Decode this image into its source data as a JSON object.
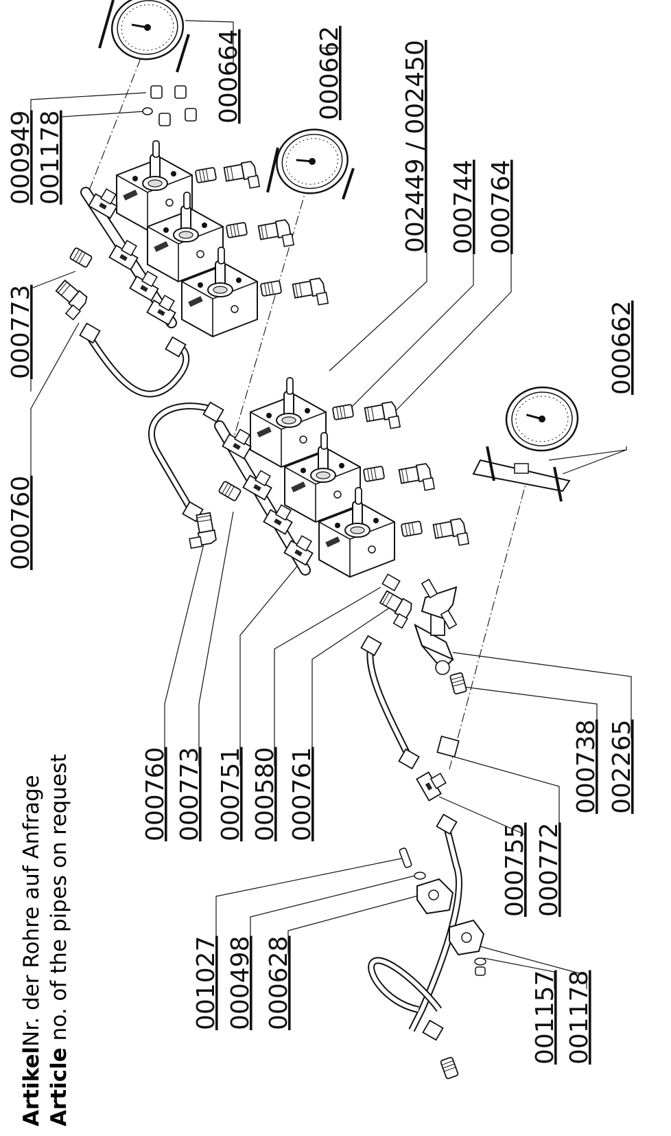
{
  "note": {
    "line1_a": "Artikel",
    "line1_b": "Nr. der Rohre  auf Anfrage",
    "line2_a": "Article",
    "line2_b": " no. of the pipes on request"
  },
  "part_numbers": {
    "p000949": "000949",
    "p001178_top": "001178",
    "p000664": "000664",
    "p000662_top": "000662",
    "p002449_002450": "002449 / 002450",
    "p000744": "000744",
    "p000764": "000764",
    "p000773_top": "000773",
    "p000760_top": "000760",
    "p000662_right": "000662",
    "p000760_mid": "000760",
    "p000773_mid": "000773",
    "p000751": "000751",
    "p000580": "000580",
    "p000761": "000761",
    "p000738": "000738",
    "p002265": "002265",
    "p000755": "000755",
    "p000772": "000772",
    "p001027": "001027",
    "p000498": "000498",
    "p000628": "000628",
    "p001157": "001157",
    "p001178_bottom": "001178"
  }
}
